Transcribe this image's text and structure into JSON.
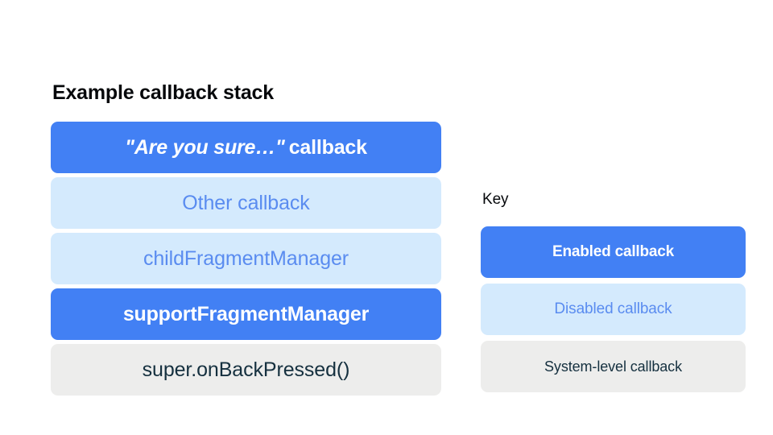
{
  "stack": {
    "title": "Example callback stack",
    "items": [
      {
        "label": "\"Are you sure…\" callback",
        "quoted_part": "\"Are you sure…\"",
        "trailing_part": "callback",
        "style": "enabled"
      },
      {
        "label": "Other callback",
        "style": "disabled"
      },
      {
        "label": "childFragmentManager",
        "style": "disabled"
      },
      {
        "label": "supportFragmentManager",
        "style": "enabled"
      },
      {
        "label": "super.onBackPressed()",
        "style": "system"
      }
    ]
  },
  "key": {
    "title": "Key",
    "items": [
      {
        "label": "Enabled callback",
        "style": "enabled"
      },
      {
        "label": "Disabled callback",
        "style": "disabled"
      },
      {
        "label": "System-level callback",
        "style": "system"
      }
    ]
  },
  "colors": {
    "background": "#FFFFFF",
    "enabled_fill": "#4280F4",
    "enabled_text": "#FFFFFF",
    "disabled_fill": "#D4EAFD",
    "disabled_text": "#5A8CF0",
    "system_fill": "#EDEDEC",
    "system_text": "#15303F",
    "heading_text": "#06080B"
  }
}
